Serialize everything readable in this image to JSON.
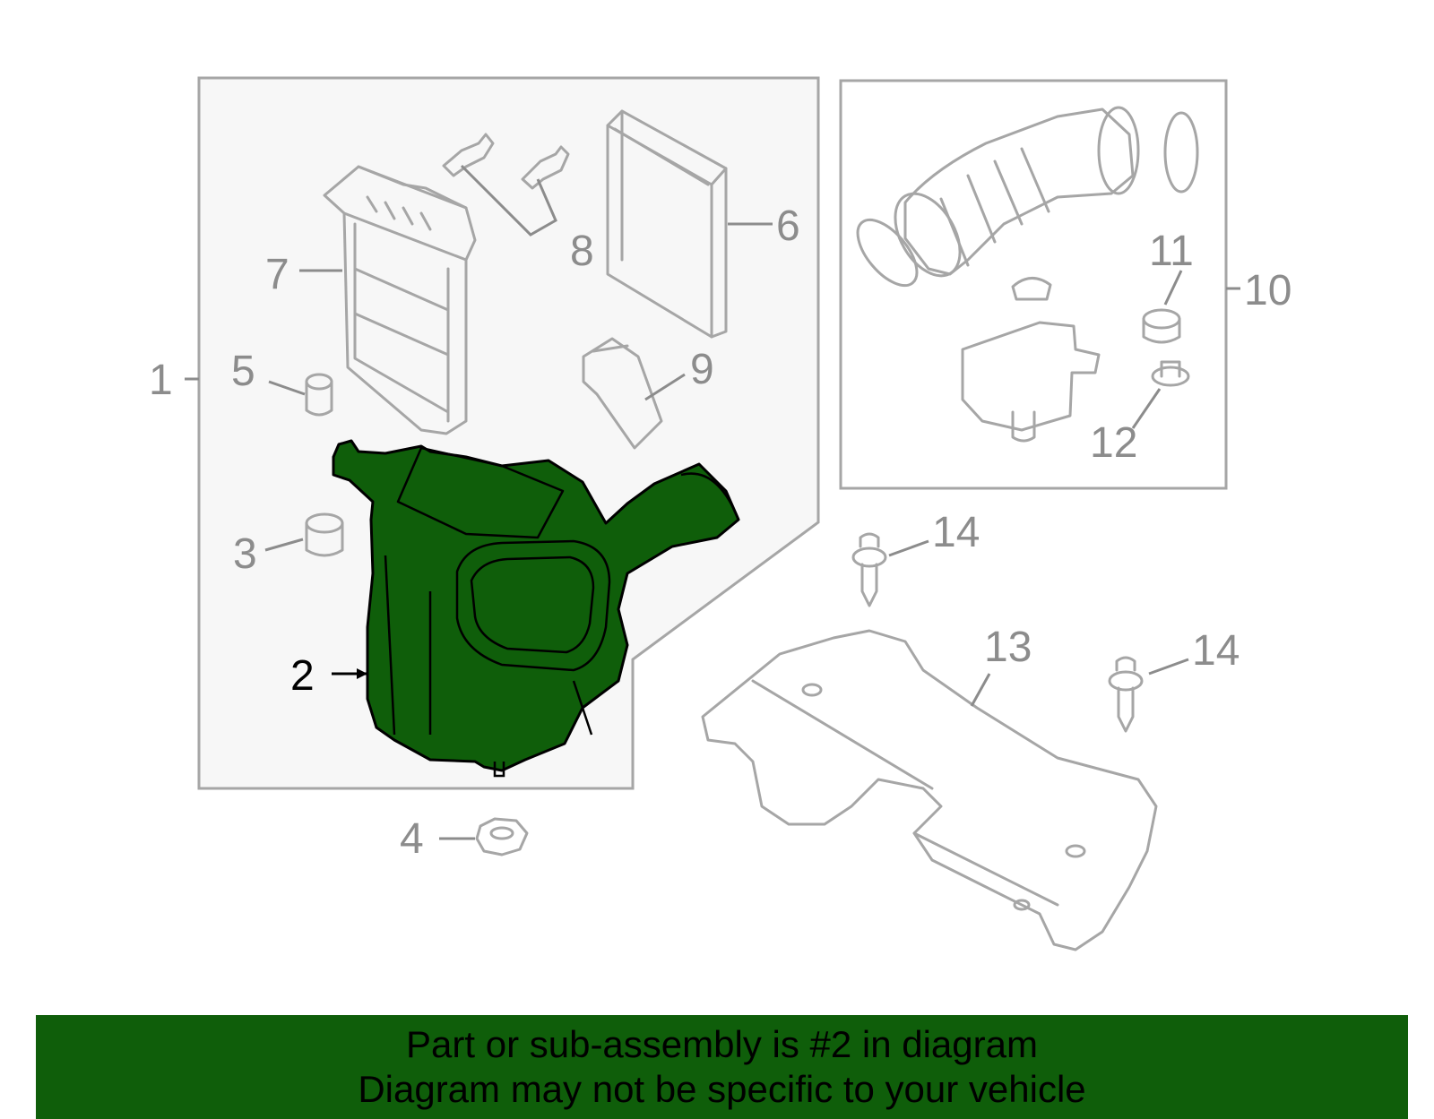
{
  "colors": {
    "highlight": "#0f5e0a",
    "banner_bg": "#0f5e0a",
    "callout": "#8c8c8c",
    "active_callout": "#000000",
    "part_stroke": "#a6a6a6",
    "panel_bg": "#f7f7f7"
  },
  "callouts": {
    "c1": "1",
    "c2": "2",
    "c3": "3",
    "c4": "4",
    "c5": "5",
    "c6": "6",
    "c7": "7",
    "c8": "8",
    "c9": "9",
    "c10": "10",
    "c11": "11",
    "c12": "12",
    "c13": "13",
    "c14a": "14",
    "c14b": "14"
  },
  "highlighted_part": "2",
  "banner": {
    "line1": "Part or sub-assembly is #2 in diagram",
    "line2": "Diagram may not be specific to your vehicle"
  }
}
